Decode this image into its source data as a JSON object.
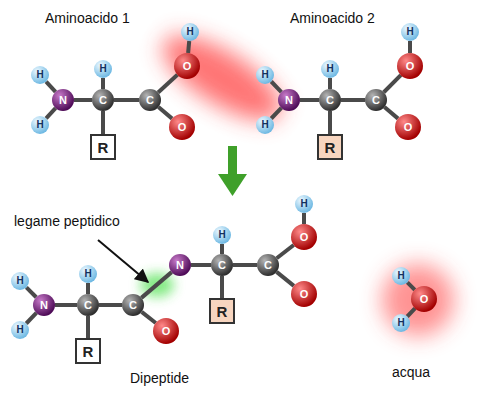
{
  "diagram": {
    "nodes": [
      {
        "text": [
          "H"
        ]
      },
      {
        "text": [
          "H"
        ]
      },
      {
        "text": [
          "N"
        ]
      },
      {
        "text": [
          "C"
        ]
      },
      {
        "text": [
          "H"
        ]
      },
      {
        "text": [
          "R"
        ]
      },
      {
        "text": [
          "C"
        ]
      },
      {
        "text": [
          "O"
        ]
      },
      {
        "text": [
          "O"
        ]
      },
      {
        "text": [
          "H"
        ]
      },
      {
        "text": [
          "H"
        ]
      },
      {
        "text": [
          "H"
        ]
      },
      {
        "text": [
          "N"
        ]
      },
      {
        "text": [
          "C"
        ]
      },
      {
        "text": [
          "H"
        ]
      },
      {
        "text": [
          "R"
        ]
      },
      {
        "text": [
          "C"
        ]
      },
      {
        "text": [
          "O"
        ]
      },
      {
        "text": [
          "O"
        ]
      },
      {
        "text": [
          "H"
        ]
      },
      {
        "text": [
          "H"
        ]
      },
      {
        "text": [
          "H"
        ]
      },
      {
        "text": [
          "N"
        ]
      },
      {
        "text": [
          "C"
        ]
      },
      {
        "text": [
          "H"
        ]
      },
      {
        "text": [
          "R"
        ]
      },
      {
        "text": [
          "C"
        ]
      },
      {
        "text": [
          "O"
        ]
      },
      {
        "text": [
          "N"
        ]
      },
      {
        "text": [
          "C"
        ]
      },
      {
        "text": [
          "H"
        ]
      },
      {
        "text": [
          "R"
        ]
      },
      {
        "text": [
          "C"
        ]
      },
      {
        "text": [
          "O"
        ]
      },
      {
        "text": [
          "H"
        ]
      },
      {
        "text": [
          "O"
        ]
      },
      {
        "text": [
          "H"
        ]
      },
      {
        "text": [
          "O"
        ]
      },
      {
        "text": [
          "H"
        ]
      }
    ],
    "edges": [
      {
        "from": 0,
        "to": 2,
        "arrow": "none"
      },
      {
        "from": 1,
        "to": 2,
        "arrow": "none"
      },
      {
        "from": 2,
        "to": 3,
        "arrow": "none"
      },
      {
        "from": 3,
        "to": 4,
        "arrow": "none"
      },
      {
        "from": 3,
        "to": 5,
        "arrow": "none"
      },
      {
        "from": 3,
        "to": 6,
        "arrow": "none"
      },
      {
        "from": 6,
        "to": 7,
        "arrow": "none"
      },
      {
        "from": 6,
        "to": 8,
        "arrow": "none"
      },
      {
        "from": 8,
        "to": 9,
        "arrow": "none"
      },
      {
        "from": 10,
        "to": 12,
        "arrow": "none"
      },
      {
        "from": 11,
        "to": 12,
        "arrow": "none"
      },
      {
        "from": 12,
        "to": 13,
        "arrow": "none"
      },
      {
        "from": 13,
        "to": 14,
        "arrow": "none"
      },
      {
        "from": 13,
        "to": 15,
        "arrow": "none"
      },
      {
        "from": 13,
        "to": 16,
        "arrow": "none"
      },
      {
        "from": 16,
        "to": 17,
        "arrow": "none"
      },
      {
        "from": 16,
        "to": 18,
        "arrow": "none"
      },
      {
        "from": 18,
        "to": 19,
        "arrow": "none"
      },
      {
        "from": 20,
        "to": 22,
        "arrow": "none"
      },
      {
        "from": 21,
        "to": 22,
        "arrow": "none"
      },
      {
        "from": 22,
        "to": 23,
        "arrow": "none"
      },
      {
        "from": 23,
        "to": 24,
        "arrow": "none"
      },
      {
        "from": 23,
        "to": 25,
        "arrow": "none"
      },
      {
        "from": 23,
        "to": 26,
        "arrow": "none"
      },
      {
        "from": 26,
        "to": 27,
        "arrow": "none"
      },
      {
        "from": 26,
        "to": 28,
        "arrow": "none"
      },
      {
        "from": 28,
        "to": 29,
        "arrow": "none"
      },
      {
        "from": 29,
        "to": 30,
        "arrow": "none"
      },
      {
        "from": 29,
        "to": 31,
        "arrow": "none"
      },
      {
        "from": 29,
        "to": 32,
        "arrow": "none"
      },
      {
        "from": 32,
        "to": 33,
        "arrow": "none"
      },
      {
        "from": 33,
        "to": 34,
        "arrow": "none"
      },
      {
        "from": 32,
        "to": 35,
        "arrow": "none"
      },
      {
        "from": 36,
        "to": 37,
        "arrow": "none"
      },
      {
        "from": 37,
        "to": 38,
        "arrow": "none"
      }
    ],
    "labels": [
      "Aminoacido 1",
      "Aminoacido 2",
      "legame peptidico",
      "Dipeptide",
      "acqua"
    ]
  }
}
